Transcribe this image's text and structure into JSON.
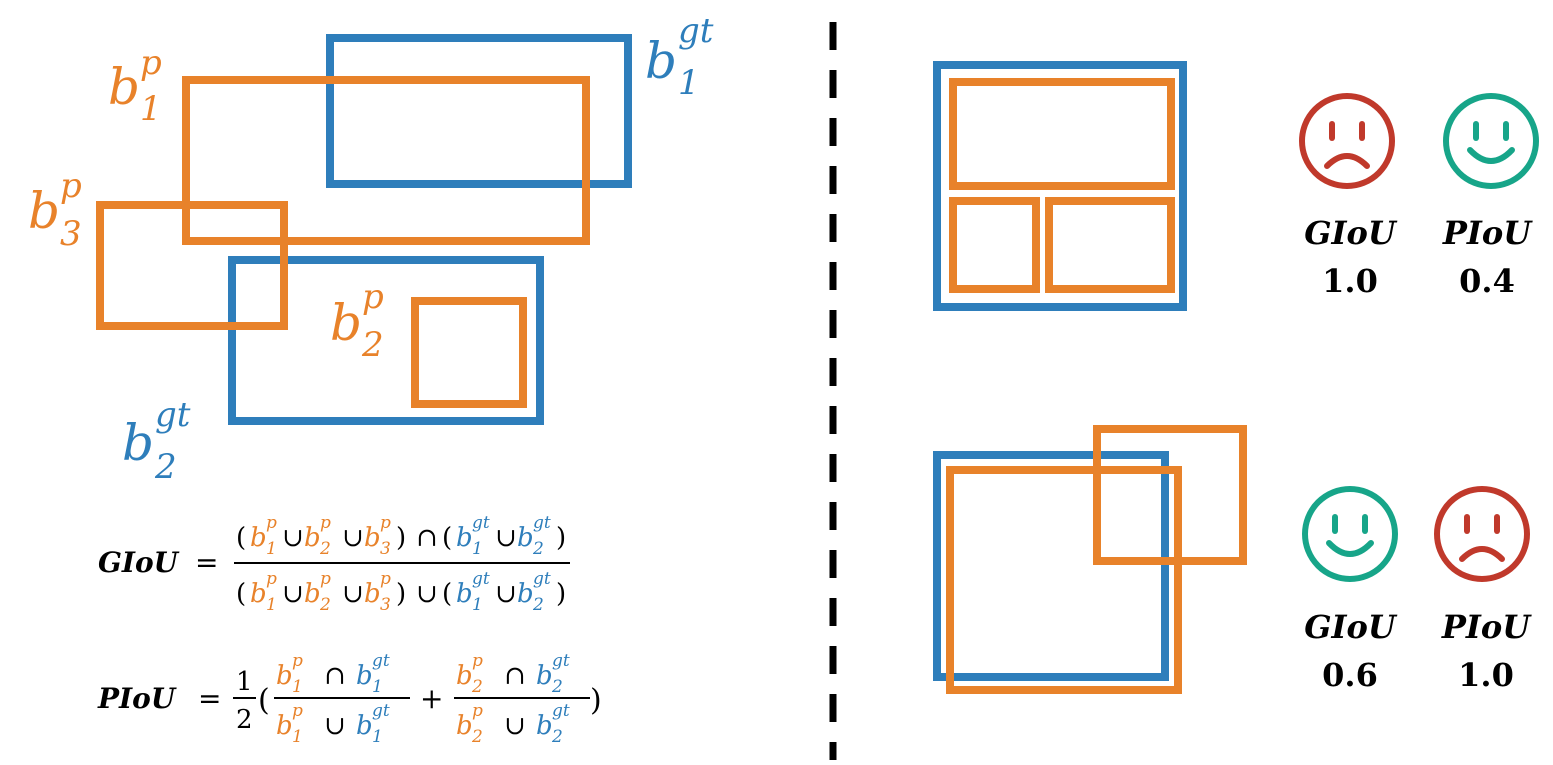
{
  "colors": {
    "blue": "#2e7ebb",
    "orange": "#e8822a",
    "red": "#c0392b",
    "green": "#17a589",
    "black": "#000000"
  },
  "left_panel": {
    "labels": {
      "b1p": {
        "base": "b",
        "sub": "1",
        "sup": "p"
      },
      "b2p": {
        "base": "b",
        "sub": "2",
        "sup": "p"
      },
      "b3p": {
        "base": "b",
        "sub": "3",
        "sup": "p"
      },
      "b1gt": {
        "base": "b",
        "sub": "1",
        "sup": "gt"
      },
      "b2gt": {
        "base": "b",
        "sub": "2",
        "sup": "gt"
      }
    }
  },
  "equations": {
    "giou_label": "GIoU",
    "piou_label": "PIoU",
    "equals": "=",
    "union": "∪",
    "intersect": "∩",
    "plus": "+",
    "half_num": "1",
    "half_den": "2",
    "open_paren": "(",
    "close_paren": ")"
  },
  "right_panel": {
    "top": {
      "icons": [
        "sad-face-icon",
        "smile-face-icon"
      ],
      "metric1_name": "GIoU",
      "metric1_value": "1.0",
      "metric2_name": "PIoU",
      "metric2_value": "0.4"
    },
    "bottom": {
      "icons": [
        "smile-face-icon",
        "sad-face-icon"
      ],
      "metric1_name": "GIoU",
      "metric1_value": "0.6",
      "metric2_name": "PIoU",
      "metric2_value": "1.0"
    }
  }
}
